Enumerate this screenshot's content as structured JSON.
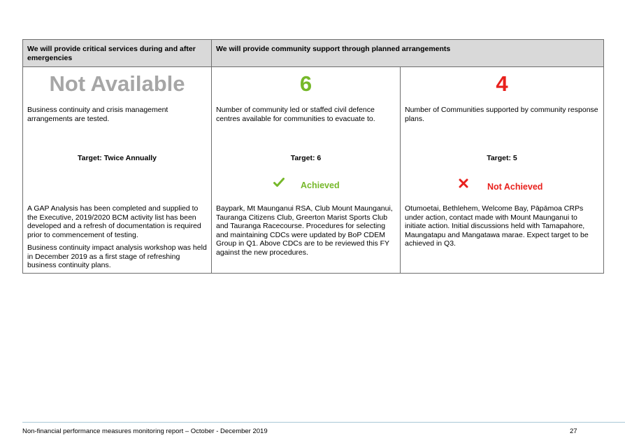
{
  "header": {
    "left": "We will provide critical services during and after emergencies",
    "right": "We will provide community support through planned arrangements"
  },
  "measures": [
    {
      "value": "Not Available",
      "description": "Business continuity and crisis management arrangements are tested.",
      "target": "Target: Twice Annually",
      "status": "",
      "commentary": [
        "A GAP Analysis has been completed and supplied to the Executive, 2019/2020 BCM activity list has been developed and a refresh of documentation is required prior to commencement of testing.",
        "Business continuity impact analysis workshop was held in December 2019 as a first stage of refreshing business continuity plans."
      ]
    },
    {
      "value": "6",
      "description": "Number of community led or staffed civil defence centres available for communities to evacuate to.",
      "target": "Target: 6",
      "status": "Achieved",
      "status_icon": "check-icon",
      "status_color": "#76b82a",
      "commentary": [
        "Baypark, Mt Maunganui RSA, Club Mount Maunganui, Tauranga Citizens Club, Greerton Marist Sports Club and Tauranga Racecourse.  Procedures for selecting and maintaining CDCs were updated by BoP CDEM Group in Q1. Above CDCs are to be reviewed this FY against the new procedures."
      ]
    },
    {
      "value": "4",
      "description": "Number of Communities supported by community response plans.",
      "target": "Target: 5",
      "status": "Not Achieved",
      "status_icon": "cross-icon",
      "status_color": "#e8201c",
      "commentary": [
        "Otumoetai, Bethlehem, Welcome Bay, Pāpāmoa CRPs under action, contact made with Mount Maunganui to initiate action. Initial discussions held with Tamapahore, Maungatapu and Mangatawa marae.  Expect target to be achieved in Q3."
      ]
    }
  ],
  "footer": {
    "text": "Non-financial performance measures monitoring report – October - December 2019",
    "page": "27"
  }
}
